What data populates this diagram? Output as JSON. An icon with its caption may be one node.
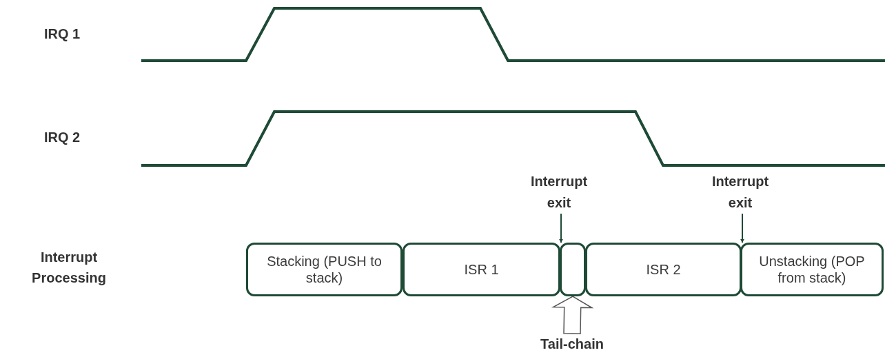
{
  "diagram": {
    "nodes": [
      {
        "text": [
          "Stacking (PUSH to stack)"
        ]
      },
      {
        "text": [
          "ISR 1"
        ]
      },
      {
        "text": [],
        "shape": "box"
      },
      {
        "text": [
          "ISR 2"
        ]
      },
      {
        "text": [
          "Unstacking (POP from stack)"
        ]
      },
      {
        "text": [
          "Interrupt exit"
        ]
      },
      {
        "text": [
          "Interrupt exit"
        ]
      },
      {
        "text": [
          "Tail-chain"
        ]
      }
    ],
    "edges": [
      {
        "from": 5,
        "to": 2,
        "arrow": "to"
      },
      {
        "from": 6,
        "to": 4,
        "arrow": "to"
      },
      {
        "from": 7,
        "to": 2,
        "arrow": "to",
        "style": "thick"
      }
    ],
    "labels": [
      "IRQ 1",
      "IRQ 2",
      "Interrupt Processing"
    ]
  }
}
